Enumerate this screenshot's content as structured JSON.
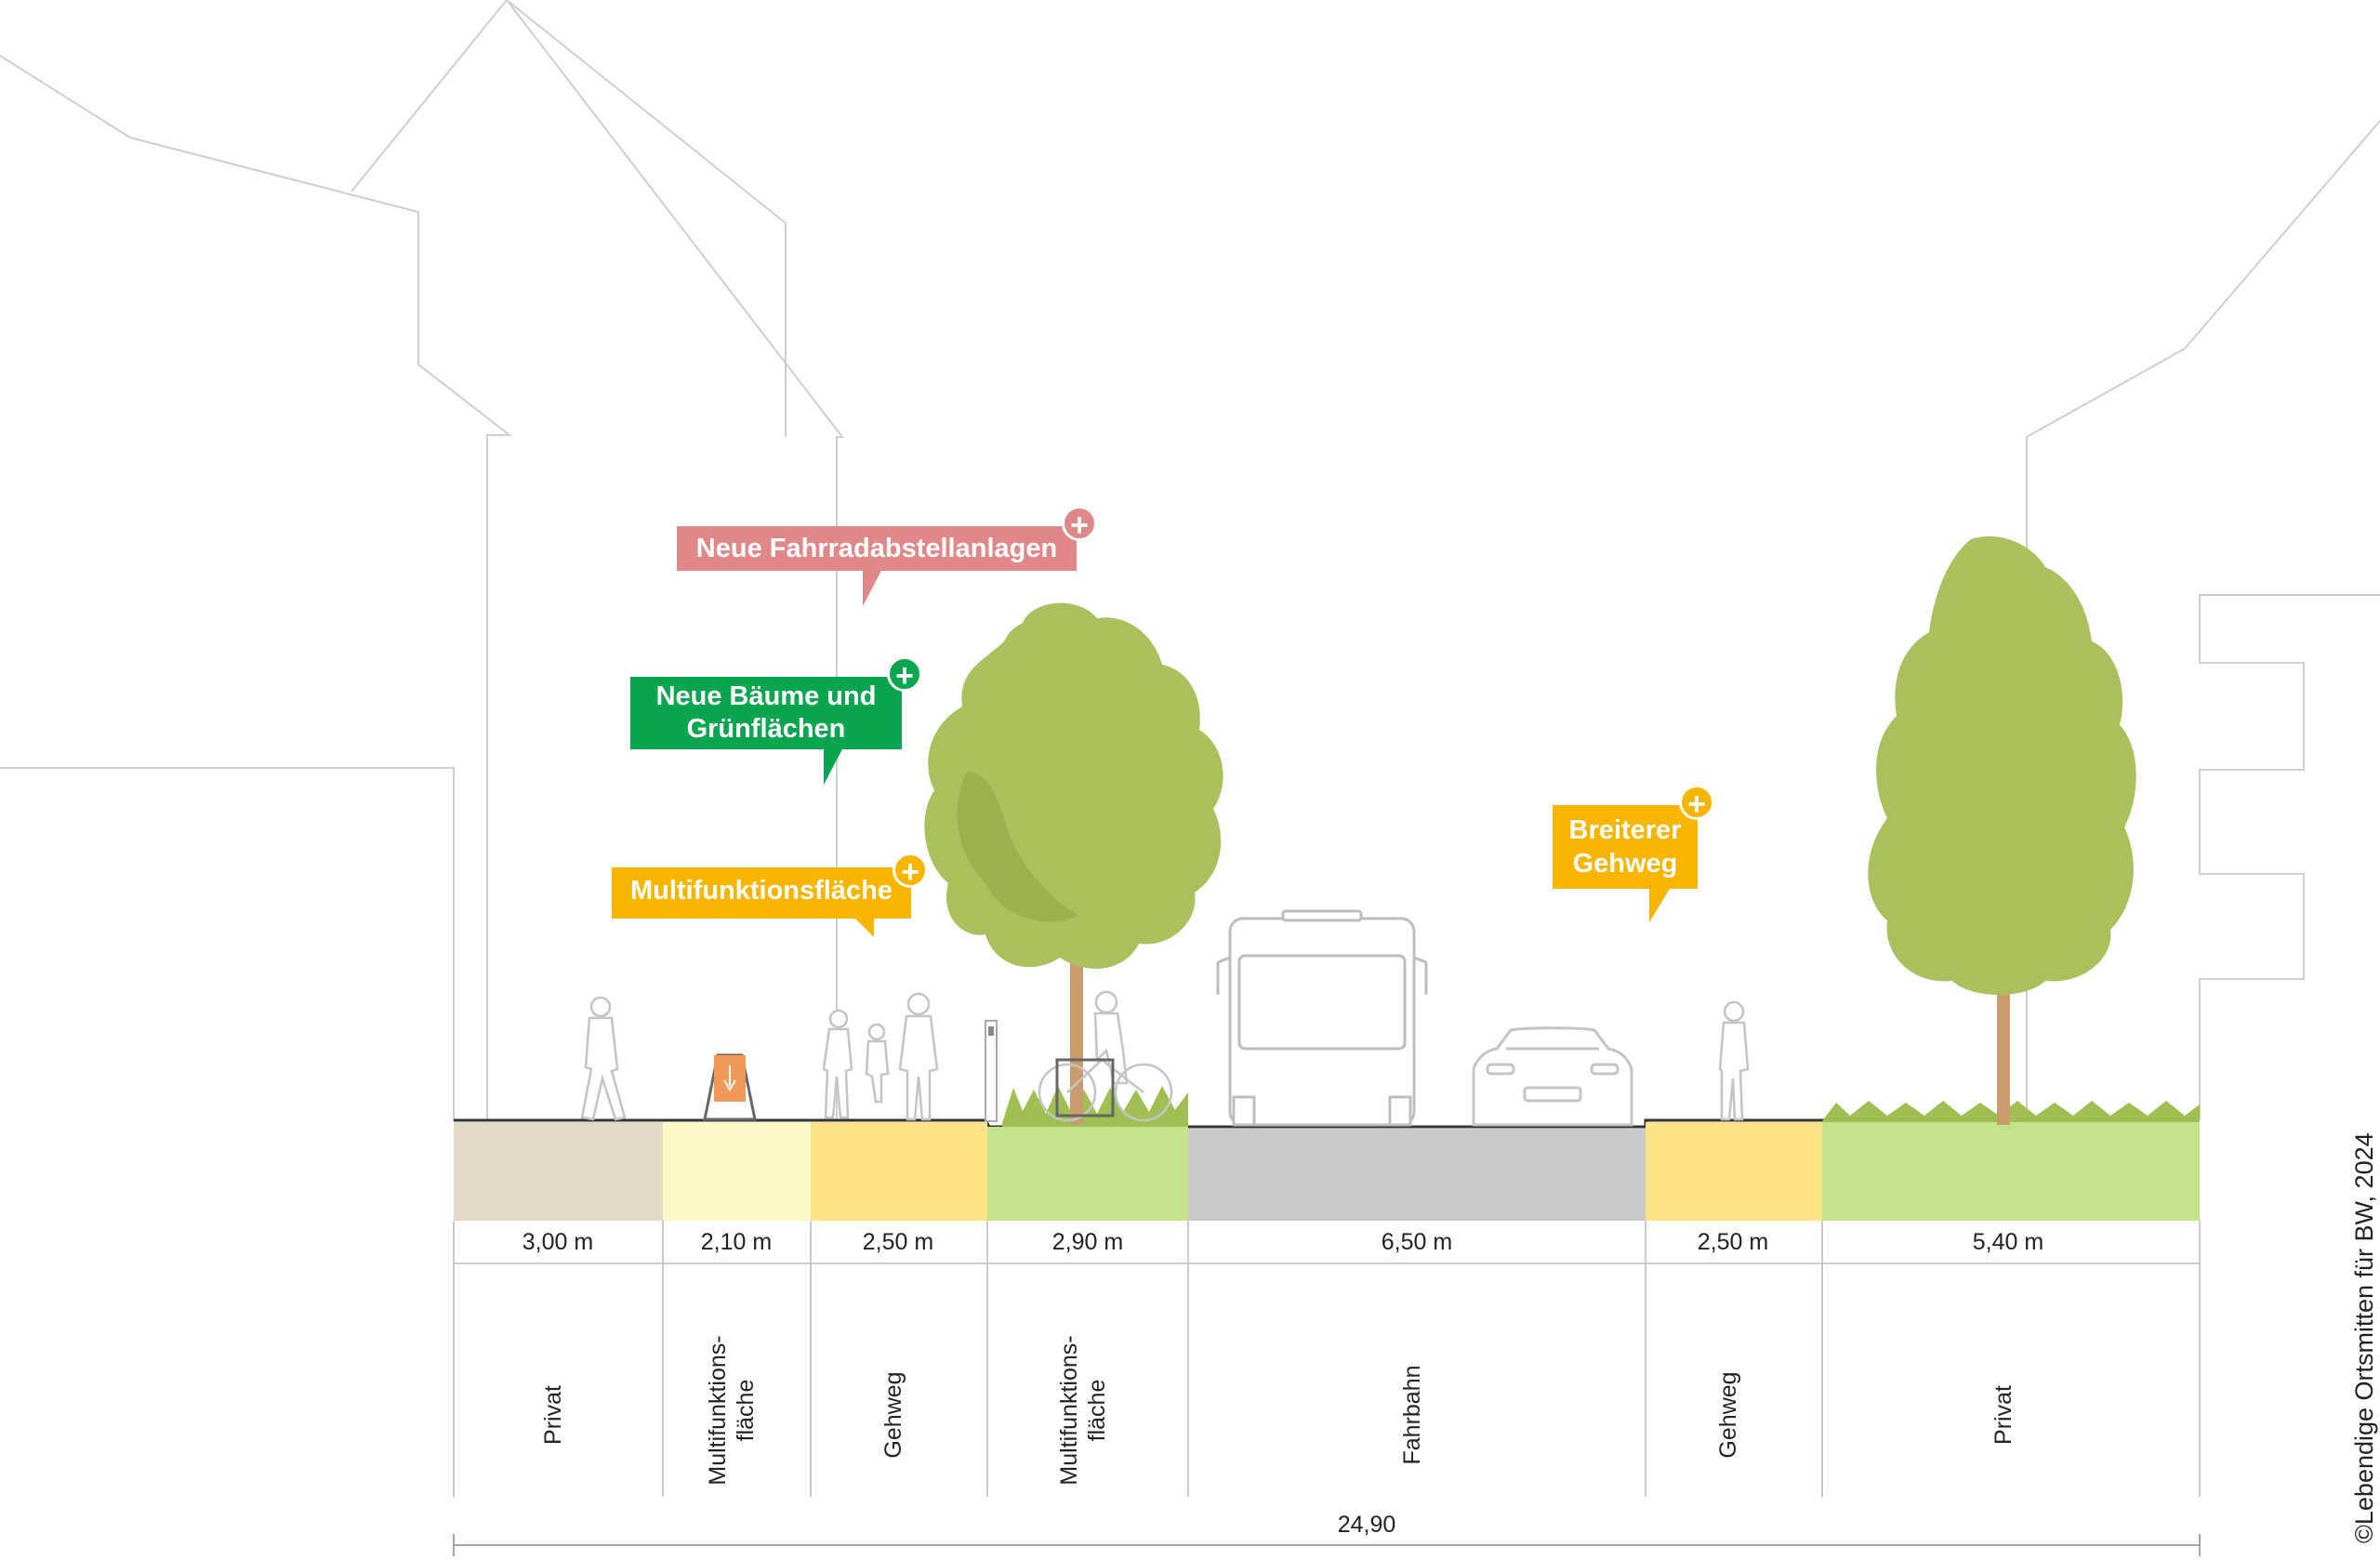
{
  "callouts": {
    "bike_parking": "Neue Fahrradabstellanlagen",
    "trees": "Neue Bäume und\nGrünflächen",
    "multi": "Multifunktionsfläche",
    "sidewalk": "Breiterer\nGehweg",
    "plus": "+"
  },
  "colors": {
    "bike_parking": "#e0878a",
    "trees": "#0aa64f",
    "multi": "#f7b500",
    "sidewalk": "#f7b500",
    "private": "#e2d9c7",
    "multi_surface": "#fcf7c7",
    "sidewalk_surface": "#fde385",
    "green_surface": "#c3e28a",
    "road_surface": "#cacaca",
    "tree": "#a9c05c"
  },
  "segments": [
    {
      "width": "3,00 m",
      "label": "Privat"
    },
    {
      "width": "2,10 m",
      "label": "Multifunktions-\nfläche"
    },
    {
      "width": "2,50 m",
      "label": "Gehweg"
    },
    {
      "width": "2,90 m",
      "label": "Multifunktions-\nfläche"
    },
    {
      "width": "6,50 m",
      "label": "Fahrbahn"
    },
    {
      "width": "2,50 m",
      "label": "Gehweg"
    },
    {
      "width": "5,40 m",
      "label": "Privat"
    }
  ],
  "total": "24,90",
  "copyright": "©Lebendige Ortsmitten für BW, 2024"
}
